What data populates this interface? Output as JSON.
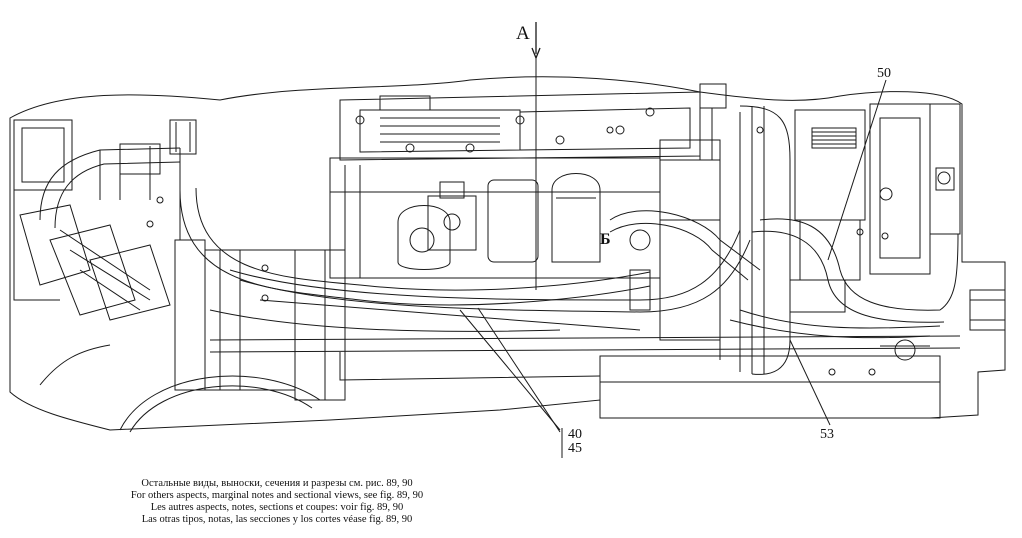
{
  "callouts": {
    "view_label": "А",
    "section_label": "Б",
    "refs": [
      "50",
      "53",
      "40",
      "45"
    ]
  },
  "notes": [
    "Остальные виды, выноски, сечения и разрезы см. рис.  89, 90",
    "For others aspects, marginal notes and sectional views, see fig.  89, 90",
    "Les autres aspects, notes, sections et coupes: voir fig. 89, 90",
    "Las otras tipos, notas, las secciones y los cortes véase fig.  89, 90"
  ],
  "style": {
    "line_color": "#1a1a1a",
    "background": "#ffffff"
  }
}
